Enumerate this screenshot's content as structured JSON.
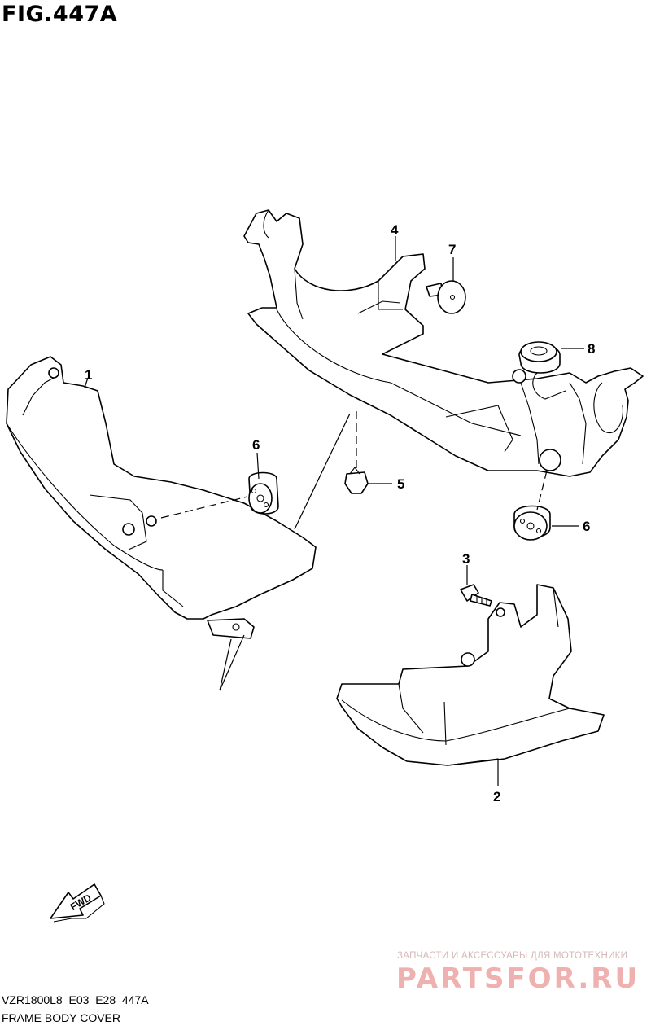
{
  "figure": {
    "title": "FIG.447A",
    "model_code": "VZR1800L8_E03_E28_447A",
    "caption": "FRAME BODY COVER"
  },
  "callouts": [
    "1",
    "2",
    "3",
    "4",
    "5",
    "6",
    "6",
    "7",
    "8"
  ],
  "direction_badge": "FWD",
  "watermark": {
    "tagline": "ЗАПЧАСТИ И АКСЕССУАРЫ ДЛЯ МОТОТЕХНИКИ",
    "logo": "PARTSFOR.RU"
  },
  "colors": {
    "line": "#000000",
    "watermark": "#efb0b0"
  }
}
